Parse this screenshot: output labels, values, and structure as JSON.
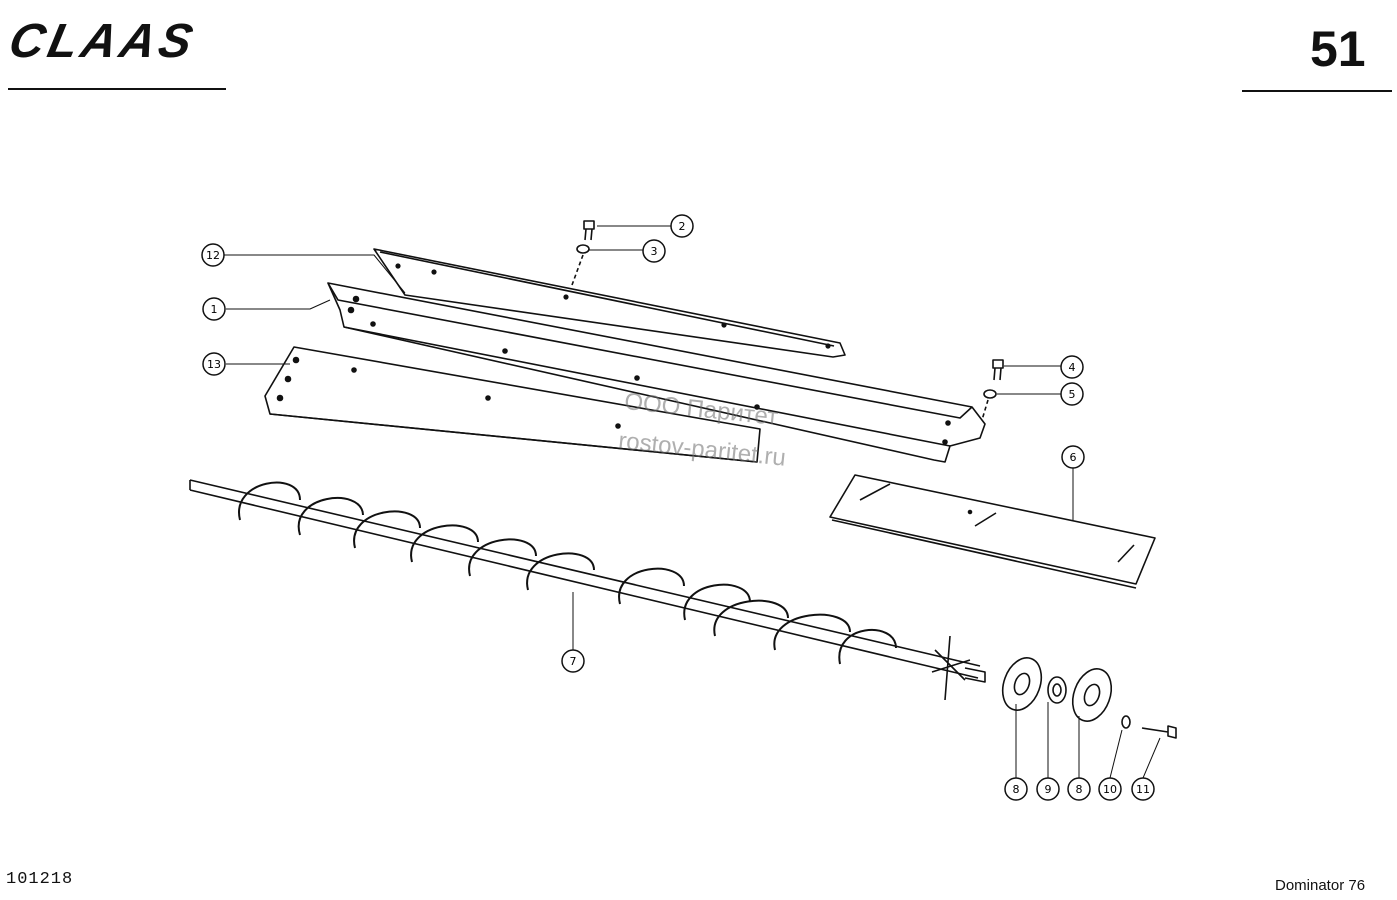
{
  "header": {
    "brand_logo": "CLAAS",
    "page_number": "51"
  },
  "footer": {
    "reference_number": "101218",
    "model": "Dominator 76"
  },
  "watermark": {
    "line1": "ООО Паритет",
    "line2": "rostov-paritet.ru"
  },
  "callouts": [
    {
      "id": "c2",
      "label": "2",
      "part": "bolt"
    },
    {
      "id": "c3",
      "label": "3",
      "part": "washer"
    },
    {
      "id": "c12",
      "label": "12",
      "part": "top-angle-strip"
    },
    {
      "id": "c1",
      "label": "1",
      "part": "trough-angle"
    },
    {
      "id": "c13",
      "label": "13",
      "part": "side-plate"
    },
    {
      "id": "c4",
      "label": "4",
      "part": "bolt"
    },
    {
      "id": "c5",
      "label": "5",
      "part": "washer"
    },
    {
      "id": "c6",
      "label": "6",
      "part": "slotted-plate"
    },
    {
      "id": "c7",
      "label": "7",
      "part": "auger"
    },
    {
      "id": "c8a",
      "label": "8",
      "part": "flange"
    },
    {
      "id": "c9",
      "label": "9",
      "part": "bearing"
    },
    {
      "id": "c8b",
      "label": "8",
      "part": "flange"
    },
    {
      "id": "c10",
      "label": "10",
      "part": "washer"
    },
    {
      "id": "c11",
      "label": "11",
      "part": "bolt"
    }
  ]
}
